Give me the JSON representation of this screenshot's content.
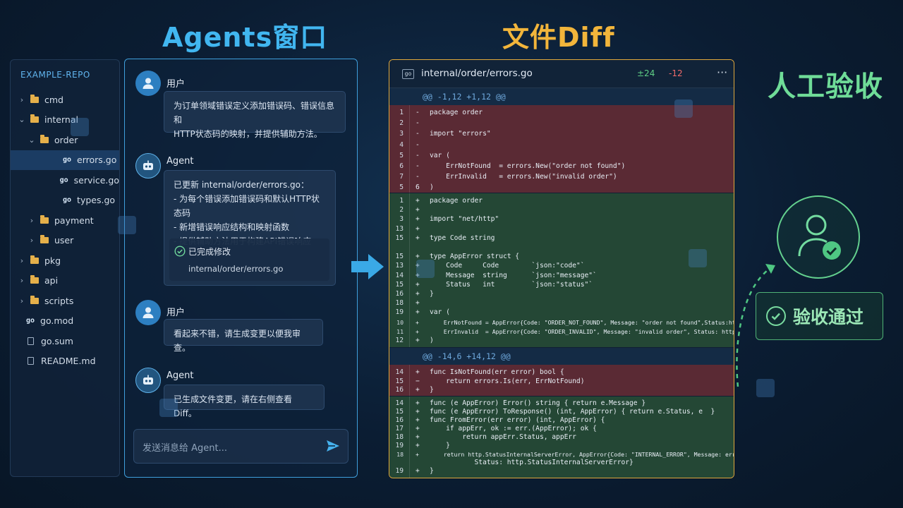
{
  "titles": {
    "agents": "Agents窗口",
    "diff": "文件Diff",
    "accept": "人工验收"
  },
  "sidebar": {
    "repo": "EXAMPLE-REPO",
    "items": [
      {
        "label": "cmd",
        "type": "folder",
        "chev": "›",
        "indent": 0
      },
      {
        "label": "internal",
        "type": "folder",
        "chev": "⌄",
        "indent": 0
      },
      {
        "label": "order",
        "type": "folder",
        "chev": "⌄",
        "indent": 1
      },
      {
        "label": "errors.go",
        "type": "go",
        "indent": 2,
        "selected": true
      },
      {
        "label": "service.go",
        "type": "go",
        "indent": 2
      },
      {
        "label": "types.go",
        "type": "go",
        "indent": 2
      },
      {
        "label": "payment",
        "type": "folder",
        "chev": "›",
        "indent": 1
      },
      {
        "label": "user",
        "type": "folder",
        "chev": "›",
        "indent": 1
      },
      {
        "label": "pkg",
        "type": "folder",
        "chev": "›",
        "indent": 0
      },
      {
        "label": "api",
        "type": "folder",
        "chev": "›",
        "indent": 0
      },
      {
        "label": "scripts",
        "type": "folder",
        "chev": "›",
        "indent": 0
      },
      {
        "label": "go.mod",
        "type": "go",
        "indent": 0
      },
      {
        "label": "go.sum",
        "type": "file",
        "indent": 0
      },
      {
        "label": "README.md",
        "type": "file",
        "indent": 0
      }
    ],
    "go_badge": "go"
  },
  "chat": {
    "user_name": "用户",
    "agent_name": "Agent",
    "msg1_lines": [
      "为订单领域错误定义添加错误码、错误信息和",
      "HTTP状态码的映射，并提供辅助方法。"
    ],
    "msg2_lines": [
      "已更新 internal/order/errors.go：",
      "- 为每个错误添加错误码和默认HTTP状态码",
      "- 新增错误响应结构和映射函数",
      "- 提供辅助方法用于构建API错误响应"
    ],
    "done_label": "已完成修改",
    "done_file": "internal/order/errors.go",
    "msg3": "看起来不错，请生成变更以便我审查。",
    "msg4": "已生成文件变更，请在右侧查看 Diff。",
    "input_placeholder": "发送消息给 Agent..."
  },
  "diff": {
    "file_chip": "go",
    "path": "internal/order/errors.go",
    "additions": "±24",
    "deletions": "-12",
    "more": "···",
    "hunk1": "@@ -1,12 +1,12 @@",
    "hunk2": "@@ -14,6 +14,12 @@",
    "del1": [
      [
        "1",
        "-",
        "package order"
      ],
      [
        "2",
        "-",
        ""
      ],
      [
        "3",
        "-",
        "import \"errors\""
      ],
      [
        "4",
        "-",
        ""
      ],
      [
        "5",
        "-",
        "var ("
      ],
      [
        "6",
        "-",
        "    ErrNotFound  = errors.New(\"order not found\")"
      ],
      [
        "7",
        "-",
        "    ErrInvalid   = errors.New(\"invalid order\")"
      ],
      [
        "5",
        "6",
        ")"
      ]
    ],
    "add1": [
      [
        "1",
        "+",
        "package order"
      ],
      [
        "2",
        "+",
        ""
      ],
      [
        "3",
        "+",
        "import \"net/http\""
      ],
      [
        "13",
        "+",
        ""
      ],
      [
        "15",
        "+",
        "type Code string"
      ],
      [
        "",
        "",
        ""
      ],
      [
        "15",
        "+",
        "type AppError struct {"
      ],
      [
        "13",
        "+",
        "    Code     Code        `json:\"code\"`"
      ],
      [
        "14",
        "+",
        "    Message  string      `json:\"message\"`"
      ],
      [
        "15",
        "+",
        "    Status   int         `json:\"status\"`"
      ],
      [
        "16",
        "+",
        "}"
      ],
      [
        "18",
        "+",
        ""
      ],
      [
        "19",
        "+",
        "var ("
      ],
      [
        "10",
        "+",
        "    ErrNotFound = AppError{Code: \"ORDER_NOT_FOUND\", Message: \"order not found\",Status:http.StatusNotFound}"
      ],
      [
        "11",
        "+",
        "    ErrInvalid  = AppError{Code: \"ORDER_INVALID\", Message: \"invalid order\", Status: http.StatusBadRequest}"
      ],
      [
        "12",
        "+",
        ")"
      ]
    ],
    "del2": [
      [
        "14",
        "+",
        "func IsNotFound(err error) bool {"
      ],
      [
        "15",
        "−",
        "    return errors.Is(err, ErrNotFound)"
      ],
      [
        "16",
        "+",
        "}"
      ]
    ],
    "add2": [
      [
        "14",
        "+",
        "func (e AppError) Error() string { return e.Message }"
      ],
      [
        "15",
        "+",
        "func (e AppError) ToResponse() (int, AppError) { return e.Status, e  }"
      ],
      [
        "16",
        "+",
        "func FromError(err error) (int, AppError) {"
      ],
      [
        "17",
        "+",
        "    if appErr, ok := err.(AppError); ok {"
      ],
      [
        "18",
        "+",
        "        return appErr.Status, appErr"
      ],
      [
        "19",
        "+",
        "    }"
      ],
      [
        "18",
        "+",
        "    return http.StatusInternalServerError, AppError{Code: \"INTERNAL_ERROR\", Message: err.Error(),"
      ],
      [
        "",
        "",
        "           Status: http.StatusInternalServerError}"
      ],
      [
        "19",
        "+",
        "}"
      ]
    ]
  },
  "accept": {
    "label": "验收通过"
  },
  "colors": {
    "agents_accent": "#41b6f0",
    "diff_accent": "#f2b53b",
    "accept_accent": "#6fdc98",
    "del_bg": "#5a2a34",
    "add_bg": "#244735"
  }
}
